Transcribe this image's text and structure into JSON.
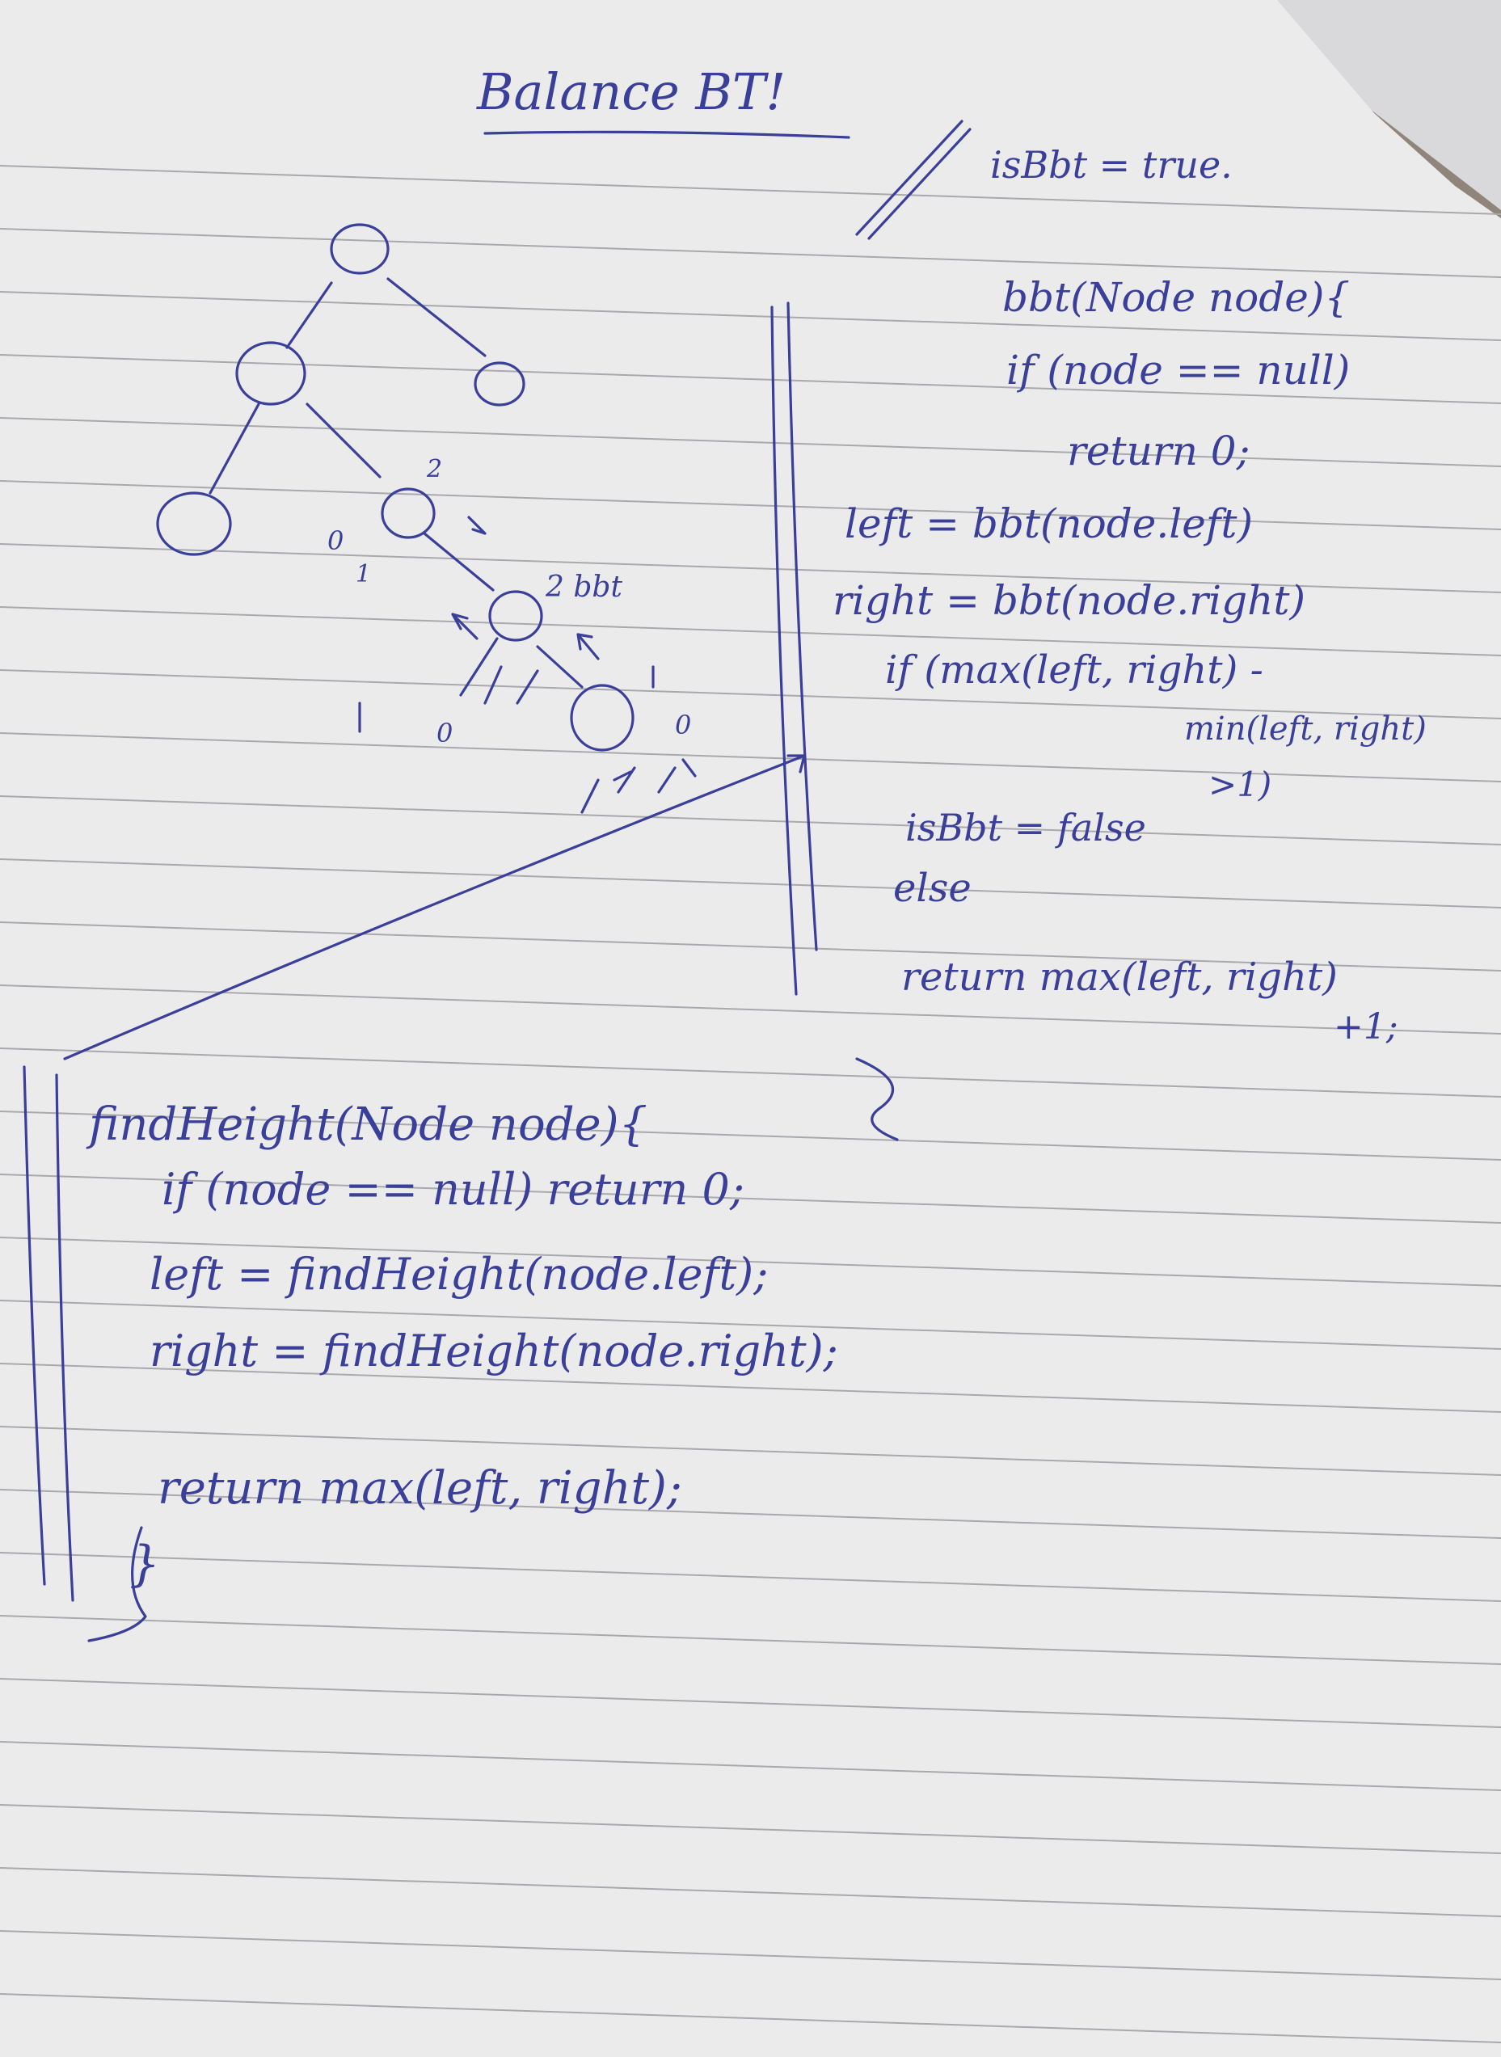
{
  "title": "Balance BT!",
  "top_note": "isBbt = true.",
  "tree_labels": {
    "node_height_2": "2",
    "zero_left": "0",
    "one": "1",
    "height_bbt": "2 bbt",
    "zero_bottom": "0",
    "zero_right": "0"
  },
  "bbt_function": {
    "lines": [
      "bbt(Node node){",
      "if (node == null)",
      "return 0;",
      "left = bbt(node.left)",
      "right = bbt(node.right)",
      "if (max(left, right) -",
      "min(left, right)",
      ">1)",
      "isBbt = false",
      "else",
      "return max(left, right)",
      "+1;"
    ]
  },
  "find_height_function": {
    "lines": [
      "findHeight(Node node){",
      "if (node == null) return 0;",
      "left = findHeight(node.left);",
      "right = findHeight(node.right);",
      "return max(left, right);",
      "}"
    ]
  },
  "colors": {
    "ink": "#3a3f9a",
    "paper": "#ecebec",
    "rule_line": "#a9a9ad",
    "background": "#8f857a"
  }
}
